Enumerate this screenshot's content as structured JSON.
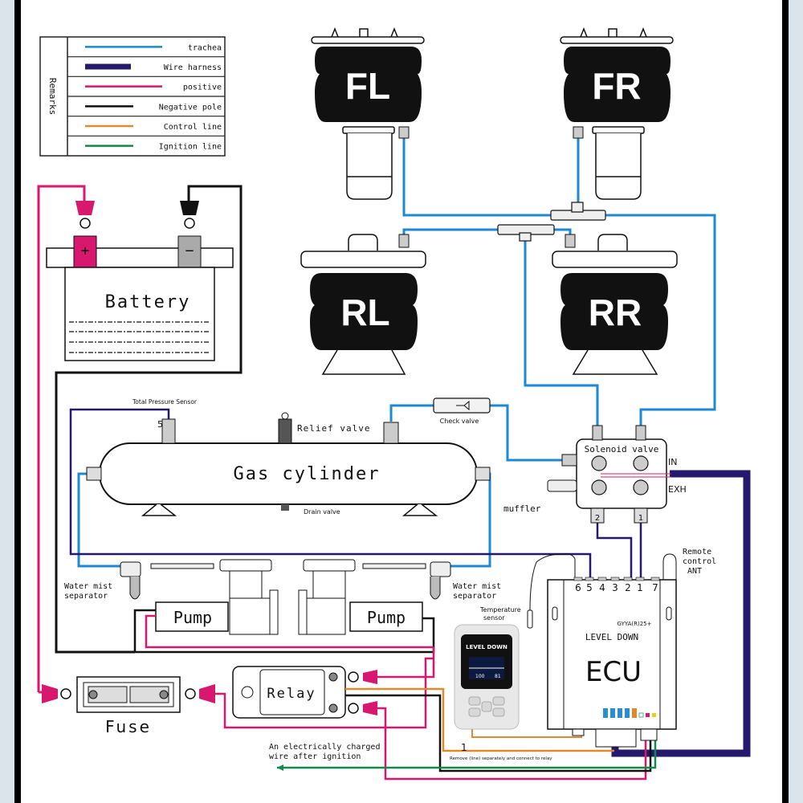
{
  "legend": {
    "title": "Remarks",
    "items": [
      {
        "label": "trachea",
        "color": "#1e88d2"
      },
      {
        "label": "Wire harness",
        "color": "#25196e"
      },
      {
        "label": "positive",
        "color": "#d8176f"
      },
      {
        "label": "Negative pole",
        "color": "#111111"
      },
      {
        "label": "Control line",
        "color": "#e08a2c"
      },
      {
        "label": "Ignition line",
        "color": "#138a4a"
      }
    ]
  },
  "airbags": {
    "fl": "FL",
    "fr": "FR",
    "rl": "RL",
    "rr": "RR"
  },
  "battery": {
    "label": "Battery",
    "positive_symbol": "+",
    "negative_symbol": "−"
  },
  "tank": {
    "label": "Gas cylinder",
    "pressure_sensor": "Total Pressure Sensor",
    "pressure_sensor_pin": "5",
    "relief_valve": "Relief valve",
    "drain_valve": "Drain valve",
    "check_valve": "Check valve"
  },
  "solenoid": {
    "label": "Solenoid valve",
    "in": "IN",
    "exh": "EXH",
    "muffler": "muffler",
    "port_left": "2",
    "port_right": "1"
  },
  "pumps": {
    "left": "Pump",
    "right": "Pump",
    "sep_left": [
      "Water mist",
      "separator"
    ],
    "sep_right": [
      "Water mist",
      "separator"
    ]
  },
  "ecu": {
    "label": "ECU",
    "brand": "LEVEL DOWN",
    "model": "GYYA(R)25+",
    "pins": [
      "6",
      "5",
      "4",
      "3",
      "2",
      "1",
      "7"
    ],
    "remote": [
      "Remote",
      "control",
      "ANT"
    ],
    "temp_sensor": [
      "Temperature",
      "sensor"
    ]
  },
  "controller": {
    "brand": "LEVEL DOWN",
    "screen_left": "100",
    "screen_right": "81"
  },
  "fuse": {
    "label": "Fuse"
  },
  "relay": {
    "label": "Relay"
  },
  "notes": {
    "ignition": [
      "An electrically charged",
      "wire after ignition"
    ],
    "wire_number": "1",
    "remove_note": "Remove (line) separately and connect to relay"
  },
  "colors": {
    "trachea": "#1e88d2",
    "harness": "#25196e",
    "positive": "#d8176f",
    "negative": "#111111",
    "control": "#e08a2c",
    "ignition": "#138a4a"
  }
}
